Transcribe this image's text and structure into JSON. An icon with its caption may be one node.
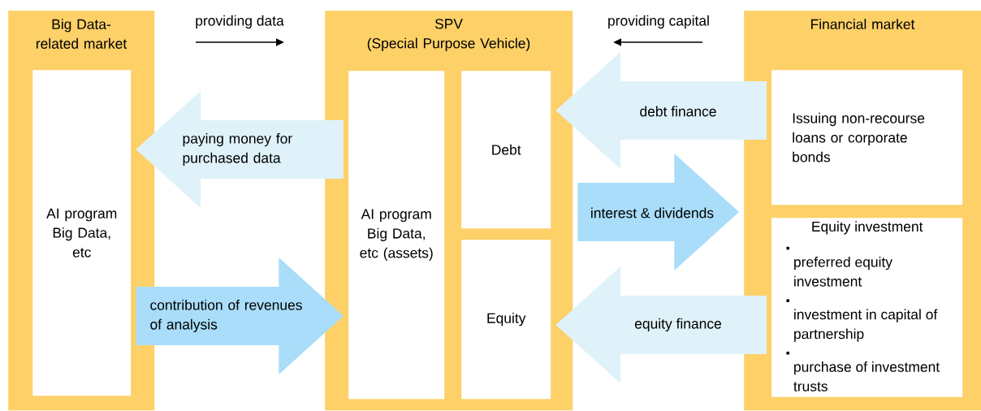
{
  "diagram": {
    "nodes": [
      {
        "text": [
          "Big Data-related market"
        ]
      },
      {
        "text": [
          "AI program Big Data, etc"
        ],
        "in": 0
      },
      {
        "text": [
          "SPV",
          "(Special Purpose Vehicle)"
        ]
      },
      {
        "text": [
          "AI program Big Data, etc (assets)"
        ],
        "in": 2
      },
      {
        "text": [
          "Debt"
        ],
        "in": 2
      },
      {
        "text": [
          "Equity"
        ],
        "in": 2
      },
      {
        "text": [
          "Financial market"
        ]
      },
      {
        "text": [
          "Issuing non-recourse loans or corporate bonds"
        ],
        "in": 6
      },
      {
        "text": [
          "Equity investment",
          "preferred equity investment",
          "investment in capital of partnership",
          "purchase of investment trusts"
        ],
        "in": 6
      }
    ],
    "edges": [
      {
        "from": 3,
        "to": 1,
        "arrow": "to",
        "label": "paying money for purchased data"
      },
      {
        "from": 1,
        "to": 3,
        "arrow": "to",
        "label": "contribution of revenues of analysis",
        "color": "#a9ddf9"
      },
      {
        "from": 7,
        "to": 4,
        "arrow": "to",
        "label": "debt finance"
      },
      {
        "from": 2,
        "to": 6,
        "arrow": "to",
        "label": "interest & dividends",
        "color": "#a9ddf9"
      },
      {
        "from": 8,
        "to": 5,
        "arrow": "to",
        "label": "equity finance"
      }
    ],
    "labels": [
      "providing data",
      "providing capital"
    ]
  }
}
